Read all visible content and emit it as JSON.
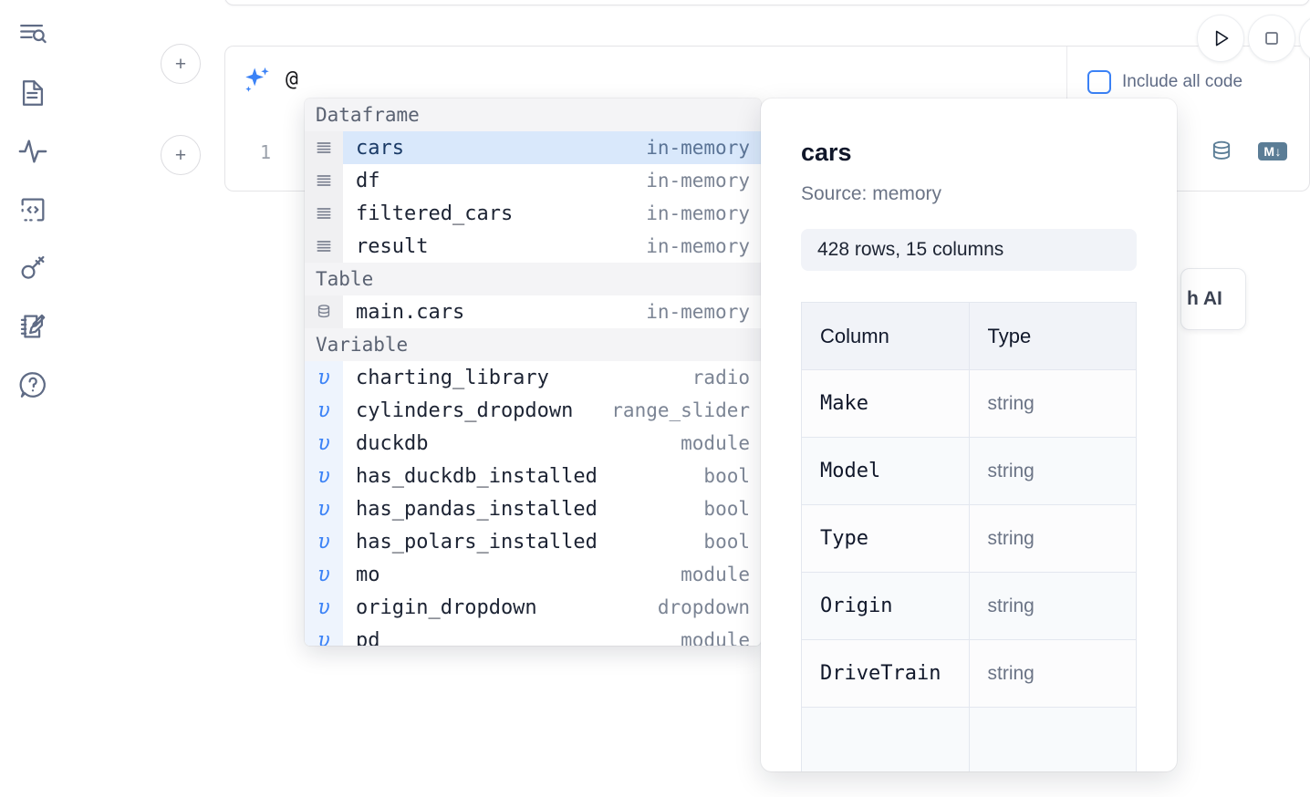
{
  "sidebar": {
    "items": [
      {
        "name": "explore-outline-icon",
        "label": "Outline / search"
      },
      {
        "name": "file-text-icon",
        "label": "File explorer"
      },
      {
        "name": "activity-pulse-icon",
        "label": "Runtime activity"
      },
      {
        "name": "code-snippet-icon",
        "label": "Snippets"
      },
      {
        "name": "key-icon",
        "label": "Secrets"
      },
      {
        "name": "notebook-edit-icon",
        "label": "Scratchpad"
      },
      {
        "name": "help-question-icon",
        "label": "Help"
      }
    ]
  },
  "toolbar": {
    "add_cell_label": "+",
    "run_label": "Run",
    "stop_label": "Stop",
    "include_all_code_label": "Include all code",
    "include_all_code_checked": false,
    "accent_color": "#3b82f6"
  },
  "prompt": {
    "value": "@",
    "placeholder": "",
    "sparkle_icon": "ai-sparkle-icon"
  },
  "cell": {
    "line_number": "1",
    "database_icon": "database-icon",
    "markdown_badge": "M↓"
  },
  "floating_button": {
    "label": "h AI"
  },
  "autocomplete": {
    "groups": [
      {
        "label": "Dataframe",
        "items": [
          {
            "icon": "dataframe-icon",
            "name": "cars",
            "type": "in-memory",
            "selected": true
          },
          {
            "icon": "dataframe-icon",
            "name": "df",
            "type": "in-memory",
            "selected": false
          },
          {
            "icon": "dataframe-icon",
            "name": "filtered_cars",
            "type": "in-memory",
            "selected": false
          },
          {
            "icon": "dataframe-icon",
            "name": "result",
            "type": "in-memory",
            "selected": false
          }
        ]
      },
      {
        "label": "Table",
        "items": [
          {
            "icon": "table-db-icon",
            "name": "main.cars",
            "type": "in-memory",
            "selected": false
          }
        ]
      },
      {
        "label": "Variable",
        "items": [
          {
            "icon": "variable-icon",
            "name": "charting_library",
            "type": "radio",
            "selected": false
          },
          {
            "icon": "variable-icon",
            "name": "cylinders_dropdown",
            "type": "range_slider",
            "selected": false
          },
          {
            "icon": "variable-icon",
            "name": "duckdb",
            "type": "module",
            "selected": false
          },
          {
            "icon": "variable-icon",
            "name": "has_duckdb_installed",
            "type": "bool",
            "selected": false
          },
          {
            "icon": "variable-icon",
            "name": "has_pandas_installed",
            "type": "bool",
            "selected": false
          },
          {
            "icon": "variable-icon",
            "name": "has_polars_installed",
            "type": "bool",
            "selected": false
          },
          {
            "icon": "variable-icon",
            "name": "mo",
            "type": "module",
            "selected": false
          },
          {
            "icon": "variable-icon",
            "name": "origin_dropdown",
            "type": "dropdown",
            "selected": false
          },
          {
            "icon": "variable-icon",
            "name": "pd",
            "type": "module",
            "selected": false
          }
        ]
      }
    ]
  },
  "info_panel": {
    "title": "cars",
    "source": "Source: memory",
    "stats": "428 rows, 15 columns",
    "table": {
      "headers": [
        "Column",
        "Type"
      ],
      "rows": [
        {
          "column": "Make",
          "type": "string"
        },
        {
          "column": "Model",
          "type": "string"
        },
        {
          "column": "Type",
          "type": "string"
        },
        {
          "column": "Origin",
          "type": "string"
        },
        {
          "column": "DriveTrain",
          "type": "string"
        },
        {
          "column": "",
          "type": ""
        }
      ]
    }
  }
}
